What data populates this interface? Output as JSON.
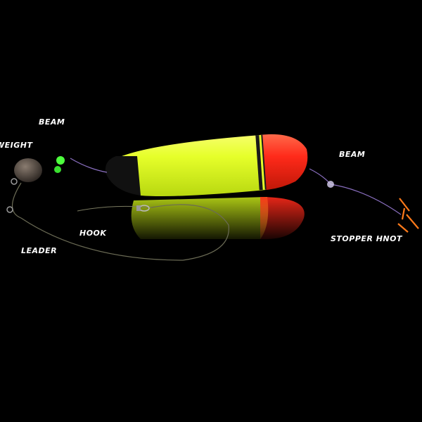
{
  "labels": {
    "beam_left": "BEAM",
    "weight": "WEIGHT",
    "beam_right": "BEAM",
    "hook": "HOOK",
    "leader": "LEADER",
    "stopper_knot": "STOPPER HNOT"
  },
  "colors": {
    "background": "#000000",
    "float_body": "#e6ff2a",
    "float_cap": "#ff2a1a",
    "float_tip": "#111111",
    "bead": "#4dff3d",
    "line": "#8a6fc0",
    "knot": "#ff7a1a",
    "label_text": "#ffffff"
  }
}
